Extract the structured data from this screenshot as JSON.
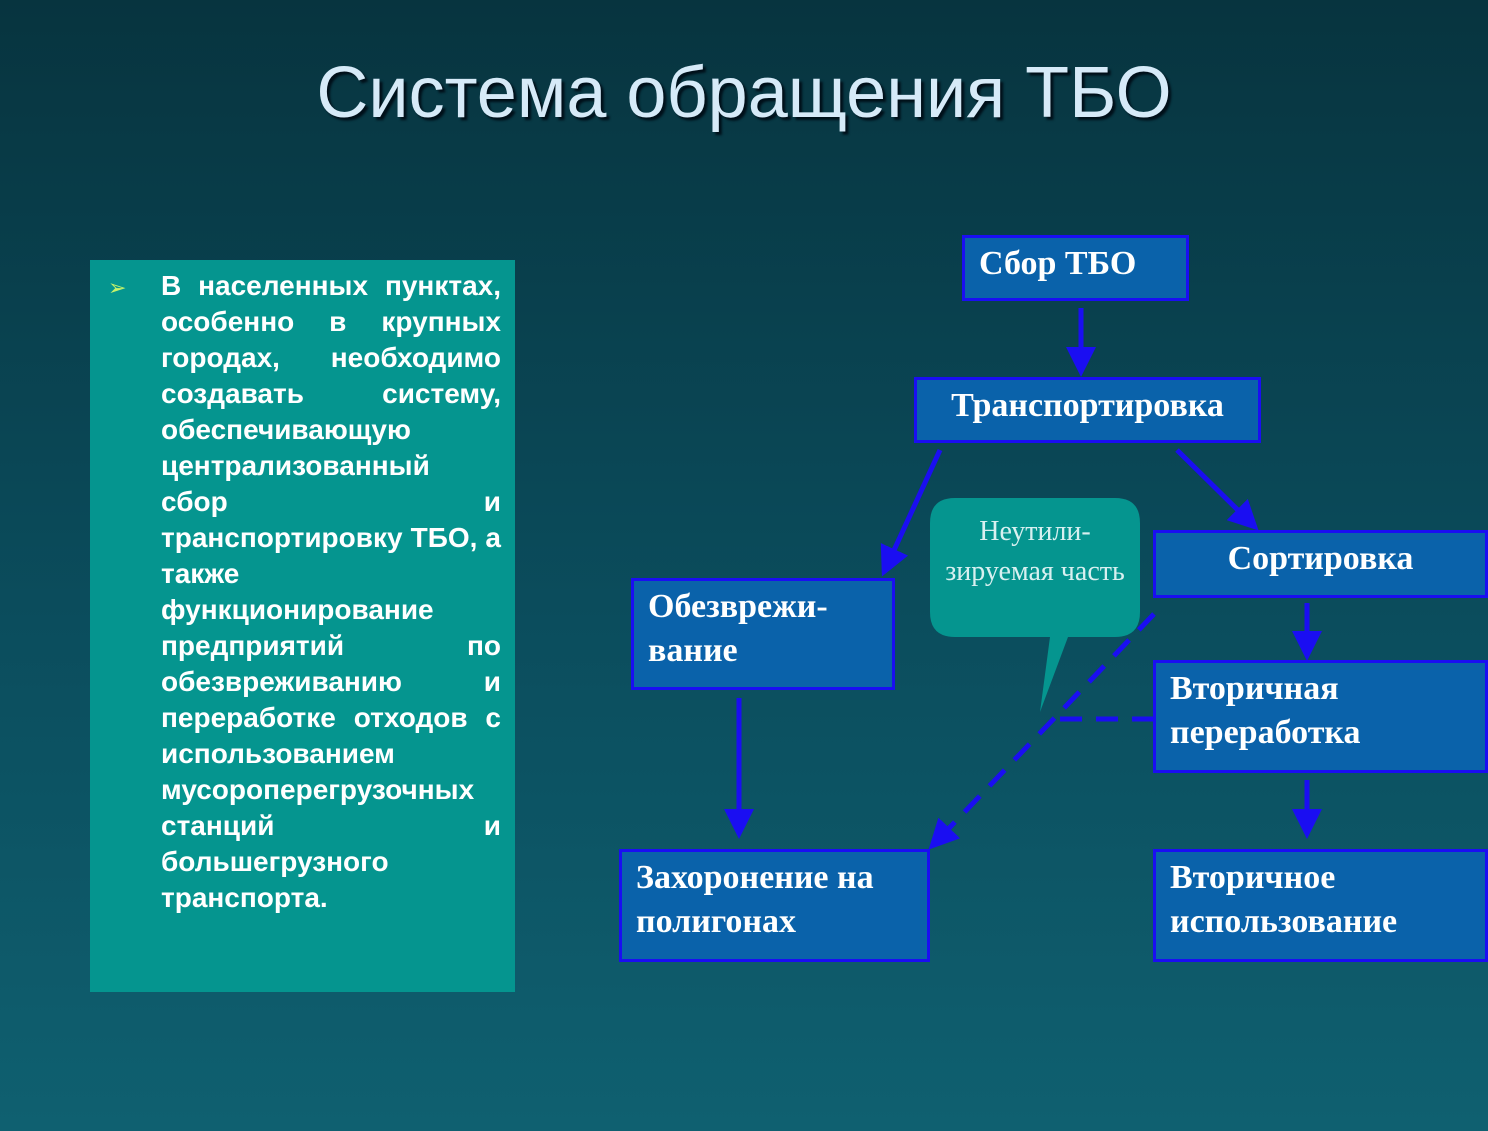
{
  "title": "Система обращения ТБО",
  "info": {
    "bullet": "➢",
    "text": "В населенных пунктах, особенно в крупных городах, необходимо создавать систему, обеспечивающую централизованный сбор и транспортировку ТБО, а также функционирование предприятий по обезвреживанию и переработке отходов с использованием мусороперегрузочных станций и большегрузного транспорта."
  },
  "flow": {
    "collection": "Сбор ТБО",
    "transport": "Транспортировка",
    "neutralization": "Обезврежи-вание",
    "sorting": "Сортировка",
    "recycling": "Вторичная переработка",
    "landfill": "Захоронение на полигонах",
    "reuse": "Вторичное использование",
    "callout": "Неутили-зируемая часть"
  },
  "colors": {
    "node_fill": "#0a62aa",
    "node_border": "#1a0ef2",
    "arrow": "#1a0ef2",
    "text_panel": "#05958f",
    "callout": "#05958f"
  }
}
